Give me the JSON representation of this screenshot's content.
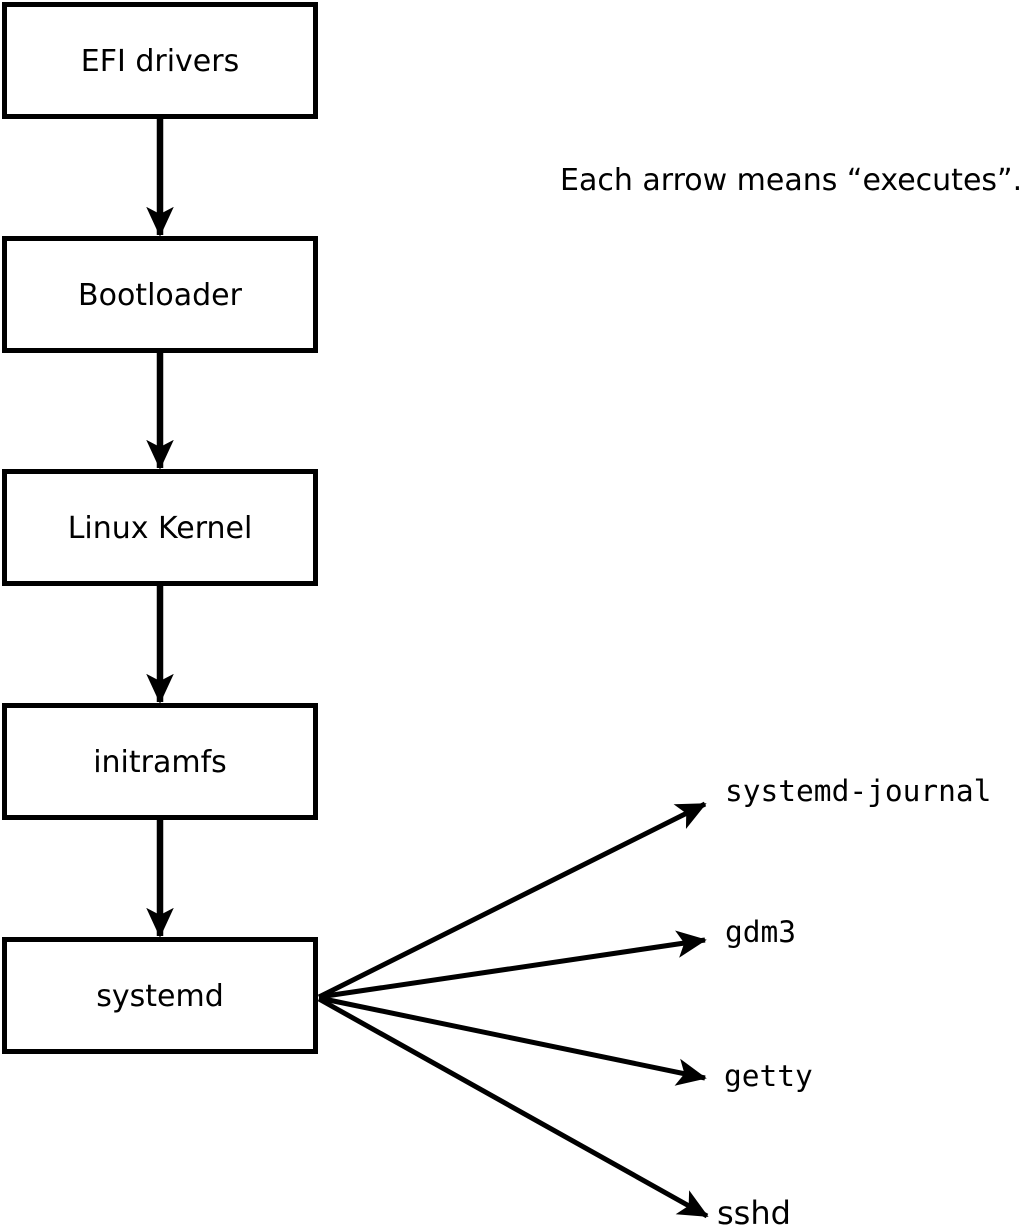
{
  "diagram": {
    "note": "Each arrow means “executes”.",
    "arrow_meaning": "executes",
    "chain": [
      {
        "label": "EFI drivers"
      },
      {
        "label": "Bootloader"
      },
      {
        "label": "Linux Kernel"
      },
      {
        "label": "initramfs"
      },
      {
        "label": "systemd"
      }
    ],
    "spawned": [
      {
        "label": "systemd-journal"
      },
      {
        "label": "gdm3"
      },
      {
        "label": "getty"
      },
      {
        "label": "sshd"
      }
    ],
    "colors": {
      "line": "#000000",
      "box_fill": "#ffffff",
      "background": "#ffffff",
      "text": "#000000"
    }
  }
}
